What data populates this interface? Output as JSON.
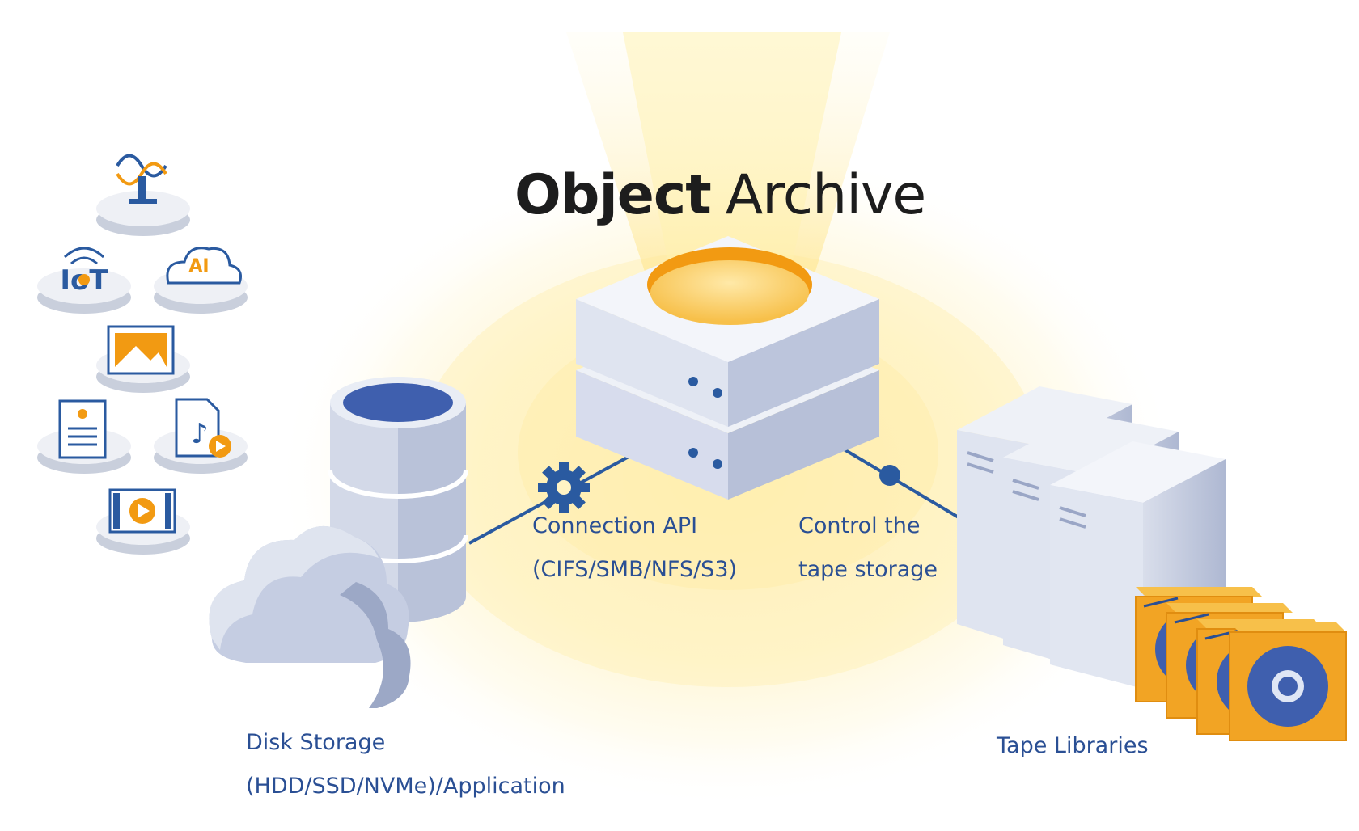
{
  "logo": {
    "part1": "Object",
    "part2": "Archive"
  },
  "labels": {
    "connection_api_line1": "Connection API",
    "connection_api_line2": "(CIFS/SMB/NFS/S3)",
    "control_line1": "Control the",
    "control_line2": "tape storage",
    "disk_line1": "Disk Storage",
    "disk_line2": "(HDD/SSD/NVMe)/Application",
    "tape": "Tape Libraries"
  },
  "icons": {
    "iot_text": "IoT",
    "ai_text": "AI",
    "items": [
      "dna-microscope-icon",
      "iot-icon",
      "ai-cloud-icon",
      "image-icon",
      "document-icon",
      "audio-file-icon",
      "video-icon"
    ]
  },
  "colors": {
    "label": "#2a4f94",
    "accent_orange": "#f29a12",
    "glow_yellow": "#fff3c4",
    "server_face": "#e7eaf3",
    "server_side": "#b9c2d9",
    "connector": "#2a5aa0"
  }
}
